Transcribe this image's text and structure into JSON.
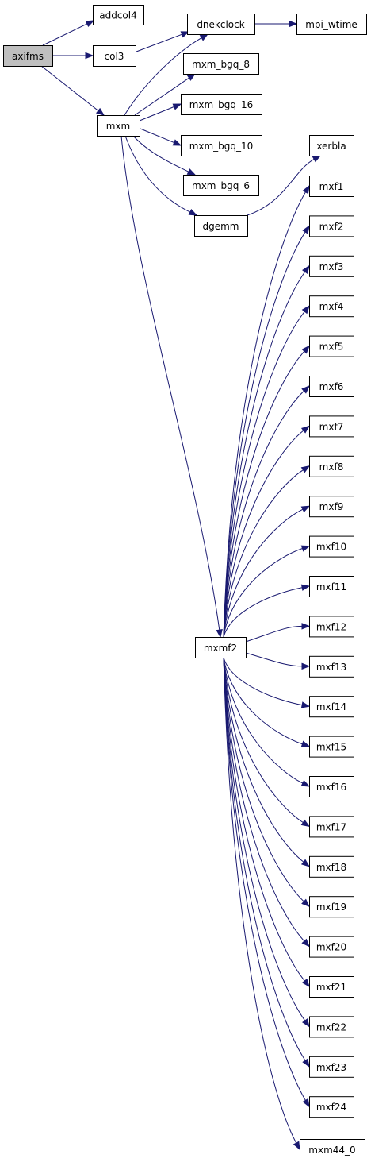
{
  "graph": {
    "root": "axifms",
    "edge_color": "#191970",
    "root_fill": "#bfbfbf",
    "nodes": [
      {
        "id": "axifms",
        "label": "axifms"
      },
      {
        "id": "addcol4",
        "label": "addcol4"
      },
      {
        "id": "col3",
        "label": "col3"
      },
      {
        "id": "mxm",
        "label": "mxm"
      },
      {
        "id": "dnekclock",
        "label": "dnekclock"
      },
      {
        "id": "mpi_wtime",
        "label": "mpi_wtime"
      },
      {
        "id": "mxm_bgq_8",
        "label": "mxm_bgq_8"
      },
      {
        "id": "mxm_bgq_16",
        "label": "mxm_bgq_16"
      },
      {
        "id": "mxm_bgq_10",
        "label": "mxm_bgq_10"
      },
      {
        "id": "mxm_bgq_6",
        "label": "mxm_bgq_6"
      },
      {
        "id": "dgemm",
        "label": "dgemm"
      },
      {
        "id": "xerbla",
        "label": "xerbla"
      },
      {
        "id": "mxmf2",
        "label": "mxmf2"
      },
      {
        "id": "mxf1",
        "label": "mxf1"
      },
      {
        "id": "mxf2",
        "label": "mxf2"
      },
      {
        "id": "mxf3",
        "label": "mxf3"
      },
      {
        "id": "mxf4",
        "label": "mxf4"
      },
      {
        "id": "mxf5",
        "label": "mxf5"
      },
      {
        "id": "mxf6",
        "label": "mxf6"
      },
      {
        "id": "mxf7",
        "label": "mxf7"
      },
      {
        "id": "mxf8",
        "label": "mxf8"
      },
      {
        "id": "mxf9",
        "label": "mxf9"
      },
      {
        "id": "mxf10",
        "label": "mxf10"
      },
      {
        "id": "mxf11",
        "label": "mxf11"
      },
      {
        "id": "mxf12",
        "label": "mxf12"
      },
      {
        "id": "mxf13",
        "label": "mxf13"
      },
      {
        "id": "mxf14",
        "label": "mxf14"
      },
      {
        "id": "mxf15",
        "label": "mxf15"
      },
      {
        "id": "mxf16",
        "label": "mxf16"
      },
      {
        "id": "mxf17",
        "label": "mxf17"
      },
      {
        "id": "mxf18",
        "label": "mxf18"
      },
      {
        "id": "mxf19",
        "label": "mxf19"
      },
      {
        "id": "mxf20",
        "label": "mxf20"
      },
      {
        "id": "mxf21",
        "label": "mxf21"
      },
      {
        "id": "mxf22",
        "label": "mxf22"
      },
      {
        "id": "mxf23",
        "label": "mxf23"
      },
      {
        "id": "mxf24",
        "label": "mxf24"
      },
      {
        "id": "mxm44_0",
        "label": "mxm44_0"
      }
    ],
    "edges": [
      {
        "from": "axifms",
        "to": "addcol4"
      },
      {
        "from": "axifms",
        "to": "col3"
      },
      {
        "from": "axifms",
        "to": "mxm"
      },
      {
        "from": "col3",
        "to": "dnekclock"
      },
      {
        "from": "dnekclock",
        "to": "mpi_wtime"
      },
      {
        "from": "mxm",
        "to": "dnekclock"
      },
      {
        "from": "mxm",
        "to": "mxm_bgq_8"
      },
      {
        "from": "mxm",
        "to": "mxm_bgq_16"
      },
      {
        "from": "mxm",
        "to": "mxm_bgq_10"
      },
      {
        "from": "mxm",
        "to": "mxm_bgq_6"
      },
      {
        "from": "mxm",
        "to": "dgemm"
      },
      {
        "from": "mxm",
        "to": "mxmf2"
      },
      {
        "from": "dgemm",
        "to": "xerbla"
      },
      {
        "from": "mxmf2",
        "to": "mxf1"
      },
      {
        "from": "mxmf2",
        "to": "mxf2"
      },
      {
        "from": "mxmf2",
        "to": "mxf3"
      },
      {
        "from": "mxmf2",
        "to": "mxf4"
      },
      {
        "from": "mxmf2",
        "to": "mxf5"
      },
      {
        "from": "mxmf2",
        "to": "mxf6"
      },
      {
        "from": "mxmf2",
        "to": "mxf7"
      },
      {
        "from": "mxmf2",
        "to": "mxf8"
      },
      {
        "from": "mxmf2",
        "to": "mxf9"
      },
      {
        "from": "mxmf2",
        "to": "mxf10"
      },
      {
        "from": "mxmf2",
        "to": "mxf11"
      },
      {
        "from": "mxmf2",
        "to": "mxf12"
      },
      {
        "from": "mxmf2",
        "to": "mxf13"
      },
      {
        "from": "mxmf2",
        "to": "mxf14"
      },
      {
        "from": "mxmf2",
        "to": "mxf15"
      },
      {
        "from": "mxmf2",
        "to": "mxf16"
      },
      {
        "from": "mxmf2",
        "to": "mxf17"
      },
      {
        "from": "mxmf2",
        "to": "mxf18"
      },
      {
        "from": "mxmf2",
        "to": "mxf19"
      },
      {
        "from": "mxmf2",
        "to": "mxf20"
      },
      {
        "from": "mxmf2",
        "to": "mxf21"
      },
      {
        "from": "mxmf2",
        "to": "mxf22"
      },
      {
        "from": "mxmf2",
        "to": "mxf23"
      },
      {
        "from": "mxmf2",
        "to": "mxf24"
      },
      {
        "from": "mxmf2",
        "to": "mxm44_0"
      }
    ]
  }
}
